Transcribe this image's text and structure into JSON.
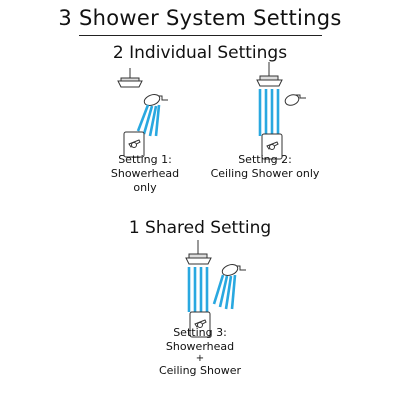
{
  "title": "3 Shower System Settings",
  "individual_heading": "2 Individual Settings",
  "shared_heading": "1 Shared Setting",
  "settings": [
    {
      "label": "Setting 1:",
      "description": "Showerhead only"
    },
    {
      "label": "Setting 2:",
      "description": "Ceiling Shower only"
    },
    {
      "label": "Setting 3:",
      "description_lines": [
        "Showerhead",
        "+",
        "Ceiling Shower"
      ]
    }
  ],
  "colors": {
    "water": "#29a8e0",
    "fixture": "#333333",
    "text": "#111111"
  }
}
